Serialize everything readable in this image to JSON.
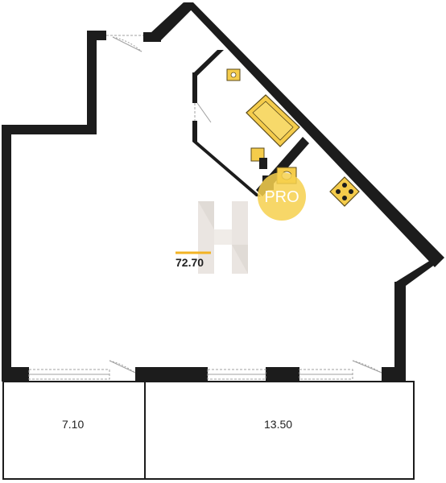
{
  "floorplan": {
    "main_area": "72.70",
    "balcony_left_area": "7.10",
    "balcony_right_area": "13.50",
    "badge_text": "PRO",
    "colors": {
      "wall": "#1c1c1c",
      "fixture_fill": "#f5cc4b",
      "fixture_stroke": "#5a4a1a",
      "badge": "#f6d04d",
      "accent_line": "#f2b325",
      "watermark": "#ddd6d0",
      "door_line": "#a0a0a0"
    }
  }
}
